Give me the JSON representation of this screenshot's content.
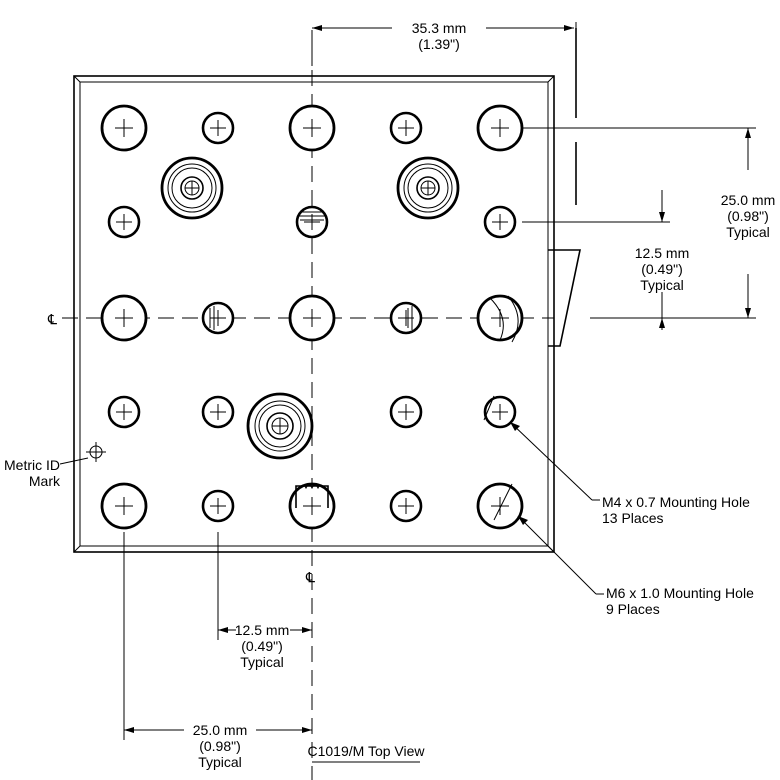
{
  "dimensions": {
    "top": {
      "value": "35.3 mm",
      "imperial": "(1.39\")"
    },
    "right_outer": {
      "value": "25.0 mm",
      "imperial": "(0.98\")",
      "note": "Typical"
    },
    "right_inner": {
      "value": "12.5 mm",
      "imperial": "(0.49\")",
      "note": "Typical"
    },
    "bottom_inner": {
      "value": "12.5 mm",
      "imperial": "(0.49\")",
      "note": "Typical"
    },
    "bottom_outer": {
      "value": "25.0 mm",
      "imperial": "(0.98\")",
      "note": "Typical"
    }
  },
  "callouts": {
    "m4": {
      "line1": "M4 x 0.7 Mounting Hole",
      "line2": "13 Places"
    },
    "m6": {
      "line1": "M6 x 1.0 Mounting Hole",
      "line2": "9 Places"
    },
    "metric_id": {
      "line1": "Metric ID",
      "line2": "Mark"
    }
  },
  "centerline_symbol": "℄",
  "title": "C1019/M Top View"
}
